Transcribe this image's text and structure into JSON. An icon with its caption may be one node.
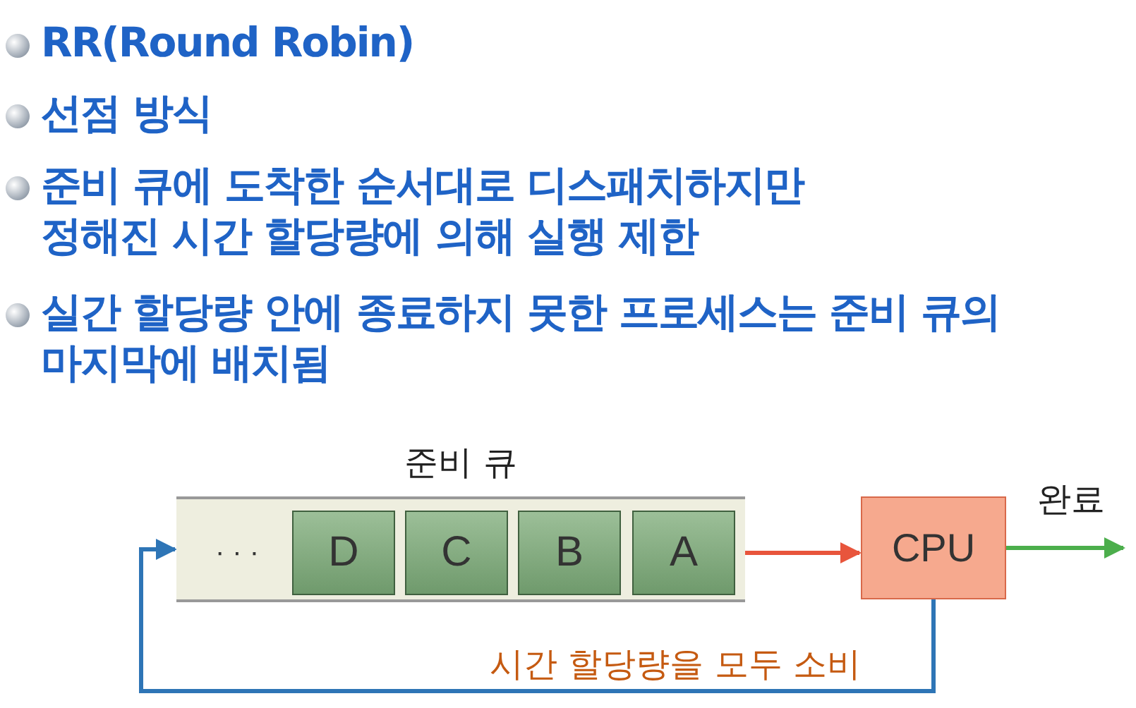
{
  "diagram": {
    "nodes": [
      {
        "text": [
          "준비 큐"
        ]
      },
      {
        "text": [
          "· · ·"
        ],
        "in": 0
      },
      {
        "text": [
          "D"
        ],
        "in": 0
      },
      {
        "text": [
          "C"
        ],
        "in": 0
      },
      {
        "text": [
          "B"
        ],
        "in": 0
      },
      {
        "text": [
          "A"
        ],
        "in": 0
      },
      {
        "text": [
          "CPU"
        ]
      }
    ],
    "edges": [
      {
        "from": 5,
        "to": 6,
        "arrow": "to",
        "color": "#e8553c"
      },
      {
        "from": 6,
        "to": null,
        "arrow": "to",
        "label": "완료",
        "color": "#4cae4c"
      },
      {
        "from": 6,
        "to": 0,
        "arrow": "to",
        "label": "시간 할당량을 모두 소비",
        "color": "#2e75b6"
      }
    ],
    "labels": [
      "RR(Round Robin)",
      "선점 방식",
      "준비 큐에 도착한 순서대로 디스패치하지만 정해진 시간 할당량에 의해 실행 제한",
      "실간 할당량 안에 종료하지 못한 프로세스는 준비 큐의 마지막에 배치됨"
    ]
  }
}
